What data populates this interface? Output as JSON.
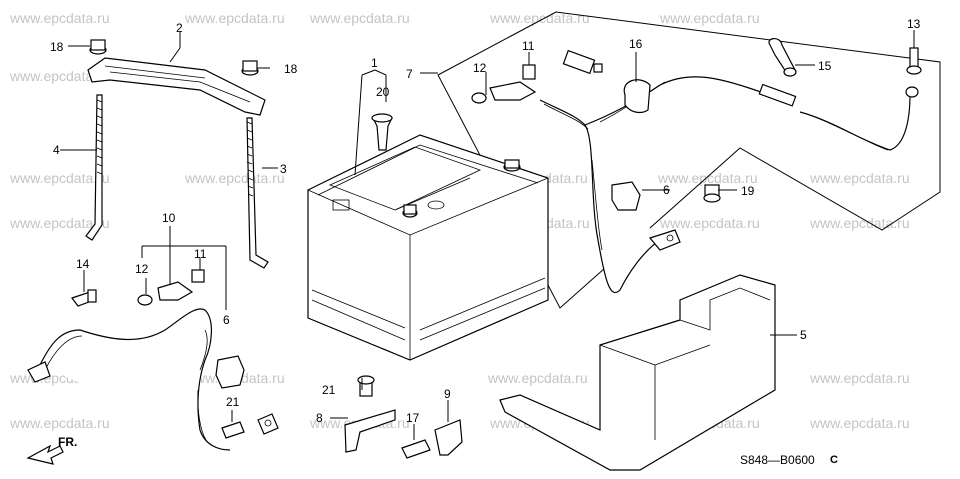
{
  "watermark": "www.epcdata.ru",
  "diagram_code": "S848—B0600",
  "diagram_suffix": "C",
  "front_marker": "FR.",
  "callouts": [
    "1",
    "2",
    "3",
    "4",
    "5",
    "6",
    "6",
    "7",
    "8",
    "9",
    "10",
    "11",
    "11",
    "12",
    "12",
    "13",
    "14",
    "15",
    "16",
    "17",
    "18",
    "18",
    "19",
    "20",
    "21",
    "21"
  ]
}
